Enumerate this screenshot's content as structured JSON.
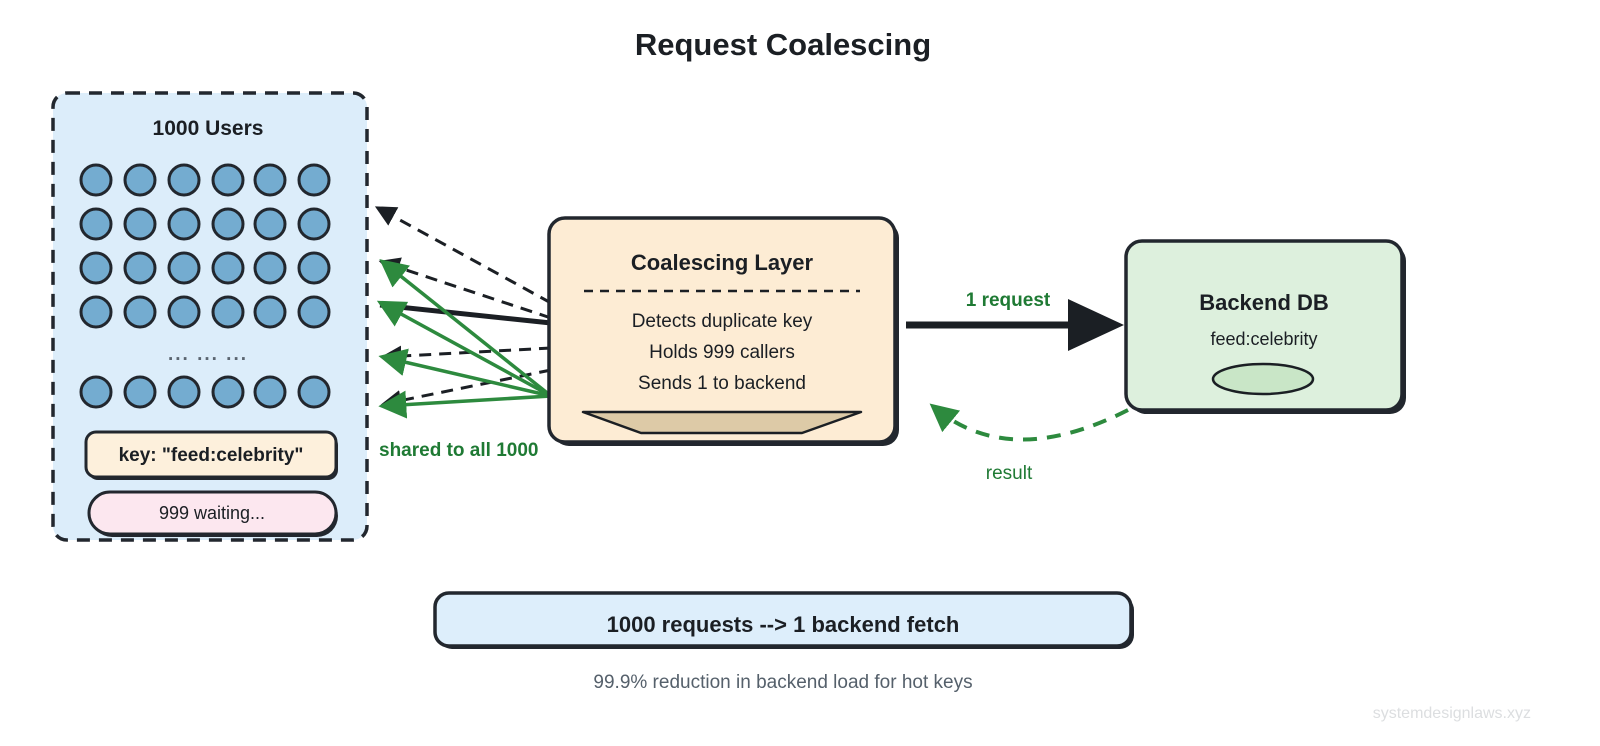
{
  "page": {
    "title": "Request Coalescing",
    "watermark": "systemdesignlaws.xyz",
    "background": "#ffffff"
  },
  "colors": {
    "users_panel_fill": "#dcedfa",
    "users_panel_border": "#22272e",
    "user_circle_fill": "#74acd0",
    "user_circle_border": "#22272e",
    "coalescing_fill": "#fdecd4",
    "coalescing_border": "#22272e",
    "funnel_fill": "#ddcaa7",
    "backend_fill": "#ddf0dd",
    "backend_border": "#22272e",
    "key_box_fill": "#fdf0dc",
    "waiting_pill_fill": "#fce7ef",
    "summary_fill": "#ddeefb",
    "green_accent": "#1f7a34",
    "green_arrow": "#2d8a3e",
    "black_arrow": "#1b1f24",
    "caption_text": "#55606b",
    "watermark_text": "#dcdee0"
  },
  "users_panel": {
    "title": "1000 Users",
    "rows_before_ellipsis": 4,
    "columns": 6,
    "ellipsis": "... ... ...",
    "rows_after_ellipsis": 1,
    "key_box_label": "key: \"feed:celebrity\"",
    "waiting_pill_label": "999 waiting..."
  },
  "coalescing_layer": {
    "title": "Coalescing Layer",
    "lines": [
      "Detects duplicate key",
      "Holds 999 callers",
      "Sends 1 to backend"
    ],
    "has_funnel_shape": true
  },
  "backend_db": {
    "title": "Backend DB",
    "subtitle": "feed:celebrity",
    "has_cylinder_ellipse": true
  },
  "edges": {
    "requests_in": {
      "label": "",
      "style": "dashed",
      "color": "#1b1f24",
      "count": 4,
      "direction": "users-to-coalescing"
    },
    "shared_back": {
      "label": "shared to all 1000",
      "style": "solid",
      "color": "#2d8a3e",
      "count": 4,
      "direction": "coalescing-to-users"
    },
    "one_request": {
      "label": "1 request",
      "style": "solid-thick",
      "color": "#1b1f24",
      "direction": "coalescing-to-backend"
    },
    "result": {
      "label": "result",
      "style": "dashed-curved",
      "color": "#2d8a3e",
      "direction": "backend-to-coalescing"
    }
  },
  "summary": {
    "banner": "1000 requests --> 1 backend fetch",
    "caption": "99.9% reduction in backend load for hot keys"
  }
}
